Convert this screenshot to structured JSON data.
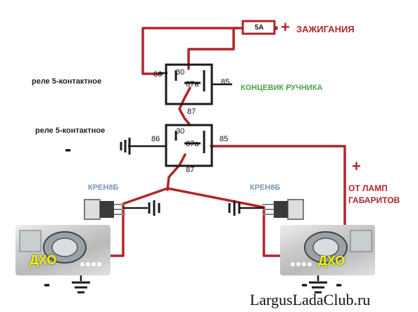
{
  "relays": {
    "top": {
      "title": "реле 5-контактное",
      "pins": {
        "p30": "30",
        "p86": "86",
        "p87a": "87a",
        "p85": "85",
        "p87": "87"
      }
    },
    "bottom": {
      "title": "реле 5-контактное",
      "pins": {
        "p30": "30",
        "p86": "86",
        "p87a": "87a",
        "p85": "85",
        "p87": "87"
      }
    }
  },
  "fuse": {
    "label": "5A"
  },
  "ignition": {
    "plus": "+",
    "label": "ЗАЖИГАНИЯ"
  },
  "handbrake_switch": {
    "label": "КОНЦЕВИК РУЧНИКА"
  },
  "minus_left": "-",
  "parking_lights": {
    "plus": "+",
    "line1": "ОТ ЛАМП",
    "line2": "ГАБАРИТОВ"
  },
  "regulators": {
    "left": "КРЕН8Б",
    "right": "КРЕН8Б"
  },
  "drl": {
    "left": "ДХО",
    "right": "ДХО"
  },
  "ground_minus": {
    "left": "-",
    "right1": "-",
    "right2": "-"
  },
  "watermark": "LargusLadaClub.ru",
  "colors": {
    "wire": "#b0262b",
    "relay": "#1a1a1a",
    "green_label": "#4aa44a",
    "blue_label": "#7a95b5",
    "drl_text": "#f2f200"
  }
}
